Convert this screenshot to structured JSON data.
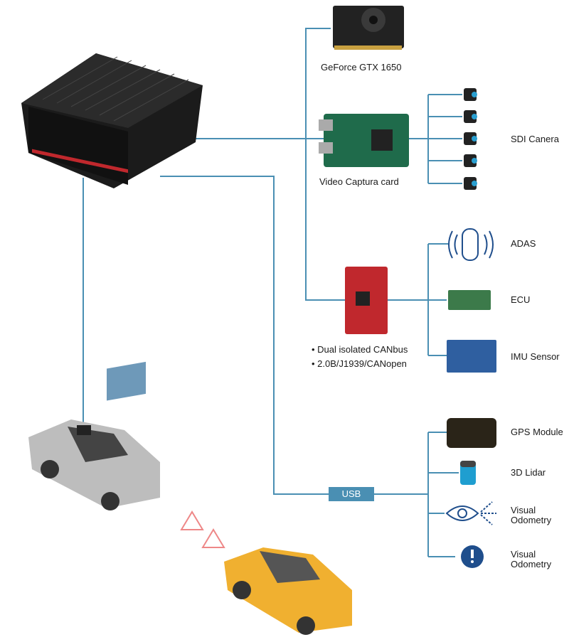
{
  "colors": {
    "line": "#4a8fb3",
    "icon_blue": "#1f4e8c",
    "pcb_green": "#1f6b4b",
    "pcb_red": "#c0282d",
    "pcb_blue": "#2f5fa0"
  },
  "devices": {
    "gpu": "GeForce GTX 1650",
    "capture": "Video Captura card",
    "camera": "SDI Canera",
    "can_bullets": [
      "• Dual isolated CANbus",
      "• 2.0B/J1939/CANopen"
    ],
    "adas": "ADAS",
    "ecu": "ECU",
    "imu": "IMU Sensor",
    "gps": "GPS Module",
    "lidar": "3D Lidar",
    "vo1": [
      "Visual",
      "Odometry"
    ],
    "vo2": [
      "Visual",
      "Odometry"
    ]
  },
  "usb_label": "USB"
}
